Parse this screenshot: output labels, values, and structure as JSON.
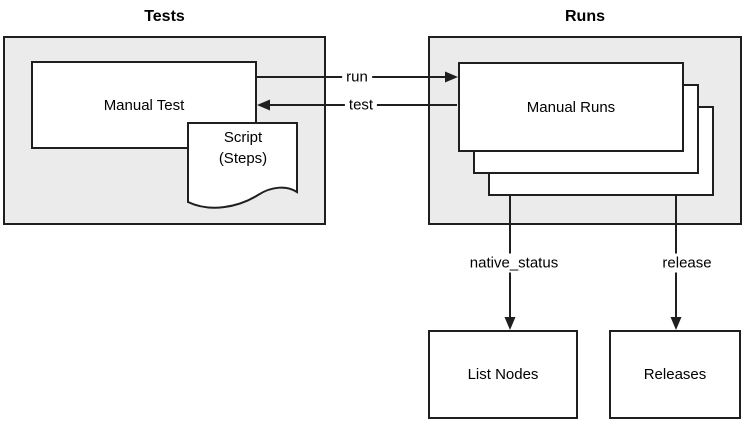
{
  "colors": {
    "canvas_bg": "#ffffff",
    "container_fill": "#ebebeb",
    "node_fill": "#ffffff",
    "line": "#1f1f1f",
    "text": "#000000"
  },
  "tests_group": {
    "title": "Tests",
    "manual_test_label": "Manual Test",
    "script_label_line1": "Script",
    "script_label_line2": "(Steps)"
  },
  "runs_group": {
    "title": "Runs",
    "manual_runs_label": "Manual Runs"
  },
  "edges": {
    "run_label": "run",
    "test_label": "test",
    "native_status_label": "native_status",
    "release_label": "release"
  },
  "external_nodes": {
    "list_nodes_label": "List Nodes",
    "releases_label": "Releases"
  }
}
